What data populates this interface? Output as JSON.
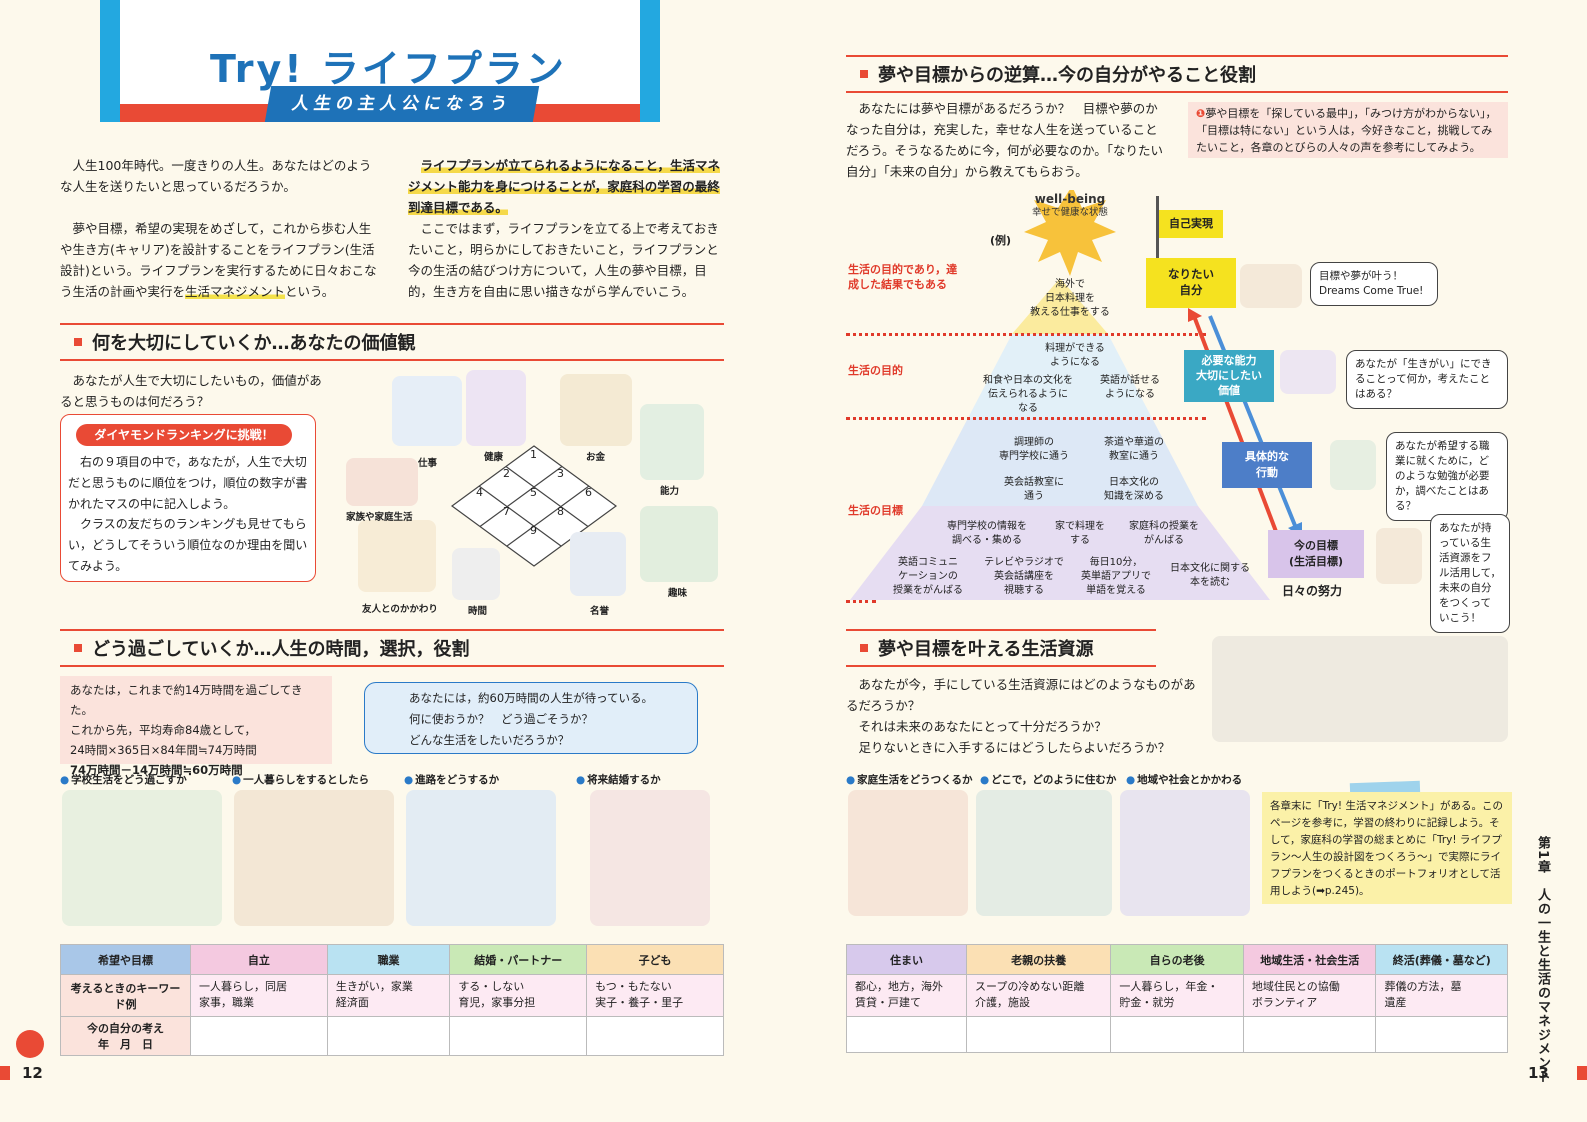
{
  "left": {
    "banner": {
      "title": "Try! ライフプラン",
      "subtitle": "人生の主人公になろう"
    },
    "intro_p1": "人生100年時代。一度きりの人生。あなたはどのような人生を送りたいと思っているだろうか。",
    "intro_p2a": "夢や目標，希望の実現をめざして，これから歩む人生や生き方(キャリア)を設計することをライフプラン(生活設計)という。ライフプランを実行するために日々おこなう生活の計画や実行を",
    "intro_p2_hl": "生活マネジメント",
    "intro_p2b": "という。",
    "intro_right_hl": "ライフプランが立てられるようになること，生活マネジメント能力を身につけることが，家庭科の学習の最終到達目標である。",
    "intro_right": "ここではまず，ライフプランを立てる上で考えておきたいこと，明らかにしておきたいこと，ライフプランと今の生活の結びつけ方について，人生の夢や目標，目的，生き方を自由に思い描きながら学んでいこう。",
    "sec1": {
      "heading": "何を大切にしていくか…あなたの価値観",
      "text": "あなたが人生で大切にしたいもの，価値があると思うものは何だろう？",
      "box_title": "ダイヤモンドランキングに挑戦！",
      "box_p1": "右の９項目の中で，あなたが，人生で大切だと思うものに順位をつけ，順位の数字が書かれたマスの中に記入しよう。",
      "box_p2": "クラスの友だちのランキングも見せてもらい，どうしてそういう順位なのか理由を聞いてみよう。",
      "labels": [
        "仕事",
        "健康",
        "お金",
        "能力",
        "家族や家庭生活",
        "友人とのかかわり",
        "時間",
        "名誉",
        "趣味"
      ],
      "numbers": [
        "1",
        "2",
        "3",
        "4",
        "5",
        "6",
        "7",
        "8",
        "9"
      ]
    },
    "sec2": {
      "heading": "どう過ごしていくか…人生の時間，選択，役割",
      "calc": [
        "あなたは，これまで約14万時間を過ごしてきた。",
        "これから先，平均寿命84歳として，",
        "24時間×365日×84年間≒74万時間",
        "74万時間－14万時間≒60万時間"
      ],
      "bubble": [
        "あなたには，約60万時間の人生が待っている。",
        "何に使おうか？　どう過ごそうか？",
        "どんな生活をしたいだろうか？"
      ],
      "bullets": [
        "学校生活をどう過ごすか",
        "一人暮らしをするとしたら",
        "進路をどうするか",
        "将来結婚するか"
      ]
    },
    "table": {
      "headers": [
        "希望や目標",
        "自立",
        "職業",
        "結婚・パートナー",
        "子ども"
      ],
      "row1_label": "考えるときのキーワード例",
      "row1": [
        "一人暮らし，同居\n家事，職業",
        "生きがい，家業\n経済面",
        "する・しない\n育児，家事分担",
        "もつ・もたない\n実子・養子・里子"
      ],
      "row2_label": "今の自分の考え\n年　月　日"
    },
    "page_no": "12"
  },
  "right": {
    "sec3": {
      "heading": "夢や目標からの逆算…今の自分がやること役割",
      "text": "あなたには夢や目標があるだろうか？　目標や夢のかなった自分は，充実した，幸せな人生を送っていることだろう。そうなるために今，何が必要なのか。「なりたい自分」「未来の自分」から教えてもらおう。",
      "note": "夢や目標を「探している最中」，「みつけ方がわからない」，「目標は特にない」という人は，今好きなこと，挑戦してみたいこと，各章のとびらの人々の声を参考にしてみよう。",
      "wellbeing": "well-being",
      "wellbeing_sub": "幸せで健康な状態",
      "example": "(例)",
      "red_labels": [
        "生活の目的であり，達成した結果でもある",
        "生活の目的",
        "生活の目標"
      ],
      "pyr_top": "海外で\n日本料理を\n教える仕事をする",
      "pyr_l2": [
        "料理ができる\nようになる",
        "和食や日本の文化を\n伝えられるように\nなる",
        "英語が話せる\nようになる"
      ],
      "pyr_l3": [
        "調理師の\n専門学校に通う",
        "茶道や華道の\n教室に通う",
        "英会話教室に\n通う",
        "日本文化の\n知識を深める"
      ],
      "pyr_l4": [
        "専門学校の情報を\n調べる・集める",
        "家で料理を\nする",
        "家庭科の授業を\nがんばる",
        "英語コミュニ\nケーションの\n授業をがんばる",
        "テレビやラジオで\n英会話講座を\n視聴する",
        "毎日10分，\n英単語アプリで\n単語を覚える",
        "日本文化に関する\n本を読む"
      ],
      "flag": "自己実現",
      "box_naritai": "なりたい\n自分",
      "box_noryoku": "必要な能力\n大切にしたい\n価値",
      "box_gutai": "具体的な\n行動",
      "box_ima": "今の目標\n(生活目標)",
      "daily": "日々の努力",
      "bub1": "目標や夢が叶う！\nDreams Come True!",
      "bub2": "あなたが「生きがい」にできることって何か，考えたことはある？",
      "bub3": "あなたが希望する職業に就くために，どのような勉強が必要か，調べたことはある？",
      "bub4": "あなたが持っている生活資源をフル活用して，未来の自分をつくっていこう！"
    },
    "sec4": {
      "heading": "夢や目標を叶える生活資源",
      "text": [
        "あなたが今，手にしている生活資源にはどのようなものがあるだろうか？",
        "それは未来のあなたにとって十分だろうか？",
        "足りないときに入手するにはどうしたらよいだろうか？"
      ],
      "bullets": [
        "家庭生活をどうつくるか",
        "どこで，どのように住むか",
        "地域や社会とかかわる"
      ],
      "note": "各章末に「Try! 生活マネジメント」がある。このページを参考に，学習の終わりに記録しよう。そして，家庭科の学習の総まとめに「Try! ライフプラン～人生の設計図をつくろう～」で実際にライフプランをつくるときのポートフォリオとして活用しよう(➡p.245)。"
    },
    "table": {
      "headers": [
        "住まい",
        "老親の扶養",
        "自らの老後",
        "地域生活・社会生活",
        "終活(葬儀・墓など)"
      ],
      "row1": [
        "都心，地方，海外\n賃貸・戸建て",
        "スープの冷めない距離\n介護，施設",
        "一人暮らし，年金・\n貯金・就労",
        "地域住民との協働\nボランティア",
        "葬儀の方法，墓\n遺産"
      ]
    },
    "side": "第1章　人の一生と生活のマネジメント",
    "page_no": "13"
  },
  "colors": {
    "accent_red": "#e94a35",
    "banner_blue": "#1e72b8",
    "banner_sky": "#23a8e0",
    "yellow": "#f5d94a"
  },
  "icons": [
    "bird-logo-icon",
    "arrow-right-icon"
  ]
}
